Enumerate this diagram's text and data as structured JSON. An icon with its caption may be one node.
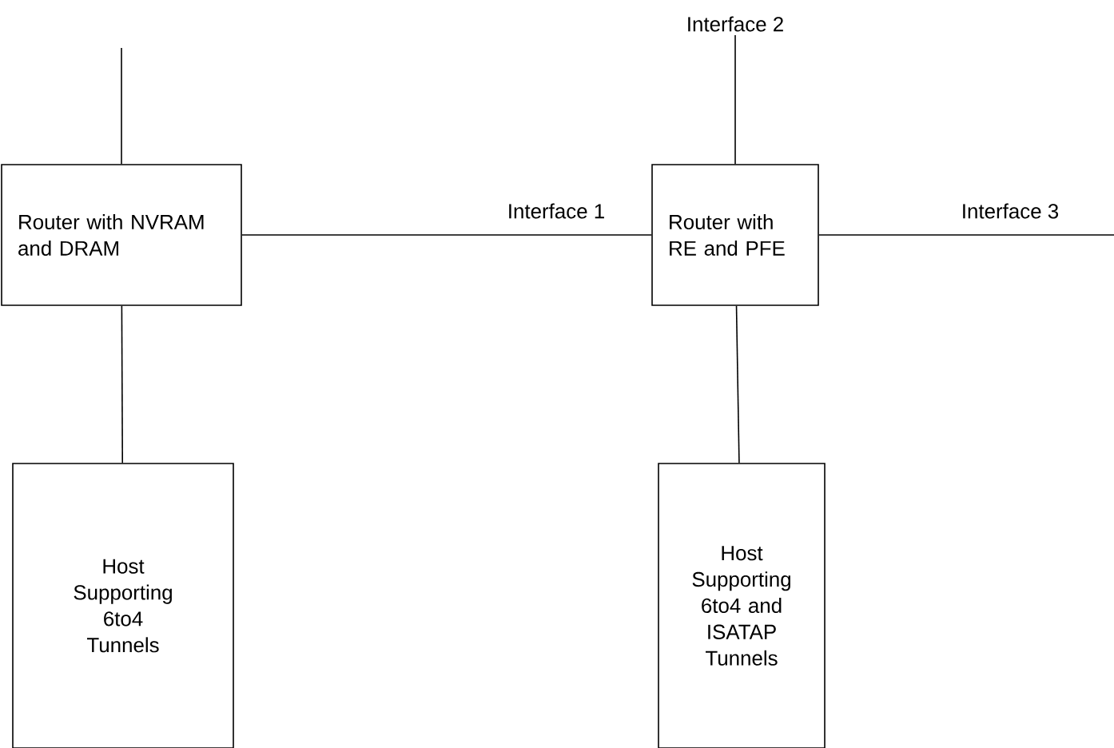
{
  "diagram": {
    "nodes": [
      {
        "text": [
          "Interface 2"
        ]
      },
      {
        "text": [
          "Router with NVRAM and DRAM"
        ]
      },
      {
        "text": [
          "Router with RE and PFE"
        ]
      },
      {
        "text": [
          "Host Supporting 6to4 Tunnels"
        ]
      },
      {
        "text": [
          "Host Supporting 6to4 and ISATAP Tunnels"
        ]
      }
    ],
    "edges": [
      {
        "from": null,
        "to": 1,
        "arrow": "none"
      },
      {
        "from": 1,
        "to": 2,
        "arrow": "none",
        "label": "Interface 1"
      },
      {
        "from": 2,
        "to": 0,
        "arrow": "none"
      },
      {
        "from": 2,
        "to": null,
        "arrow": "none",
        "label": "Interface 3"
      },
      {
        "from": 1,
        "to": 3,
        "arrow": "none"
      },
      {
        "from": 2,
        "to": 4,
        "arrow": "none"
      }
    ]
  }
}
